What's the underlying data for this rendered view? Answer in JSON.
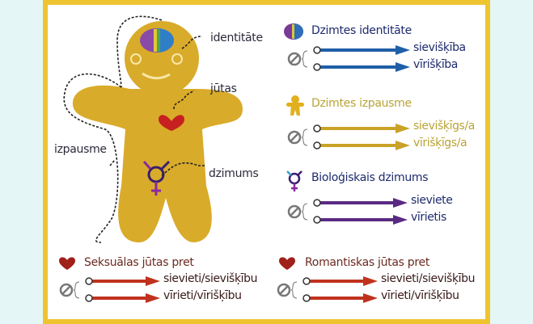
{
  "colors": {
    "identity": "#1f5fa8",
    "expression": "#c9a227",
    "sex": "#5a2a82",
    "feelings": "#c0321e",
    "title_dark": "#1e2a6e",
    "title_exp": "#b9a335",
    "title_feel": "#6b2a20"
  },
  "figure_labels": {
    "identity": "identitāte",
    "feelings": "jūtas",
    "expression": "izpausme",
    "sex": "dzimums"
  },
  "sections": [
    {
      "title": "Dzimtes identitāte",
      "icon": "brain-icon",
      "options": [
        "sievišķība",
        "vīrišķība"
      ]
    },
    {
      "title": "Dzimtes izpausme",
      "icon": "gingerbread-person-icon",
      "options": [
        "sievišķīgs/a",
        "vīrišķīgs/a"
      ]
    },
    {
      "title": "Bioloģiskais dzimums",
      "icon": "transgender-symbol-icon",
      "options": [
        "sieviete",
        "vīrietis"
      ]
    },
    {
      "title": "Seksuālas jūtas pret",
      "icon": "heart-icon",
      "options": [
        "sievieti/sievišķību",
        "vīrieti/vīrišķību"
      ]
    },
    {
      "title": "Romantiskas jūtas pret",
      "icon": "heart-icon",
      "options": [
        "sievieti/sievišķību",
        "vīrieti/vīrišķību"
      ]
    }
  ]
}
